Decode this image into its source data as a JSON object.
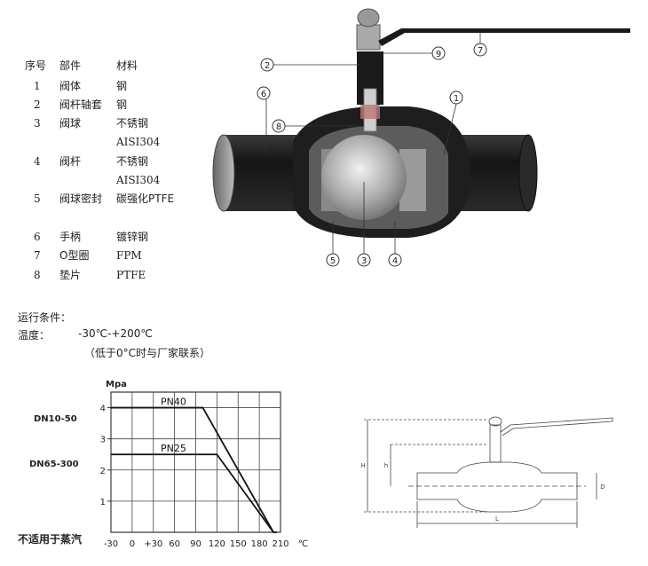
{
  "parts_table": {
    "headers": {
      "no": "序号",
      "name": "部件",
      "material": "材料"
    },
    "rows": [
      {
        "no": "1",
        "name": "阀体",
        "material": "钢"
      },
      {
        "no": "2",
        "name": "阀杆轴套",
        "material": "钢"
      },
      {
        "no": "3",
        "name": "阀球",
        "material": "不锈钢",
        "material2": "AISI304"
      },
      {
        "no": "4",
        "name": "阀杆",
        "material": "不锈钢",
        "material2": "AISI304"
      },
      {
        "no": "5",
        "name": "阀球密封",
        "material": "碳强化PTFE"
      },
      {
        "no": "6",
        "name": "手柄",
        "material": "镀锌钢"
      },
      {
        "no": "7",
        "name": "O型圈",
        "material": "FPM"
      },
      {
        "no": "8",
        "name": "垫片",
        "material": "PTFE"
      }
    ]
  },
  "callouts": [
    "①",
    "②",
    "③",
    "④",
    "⑤",
    "⑥",
    "⑦",
    "⑧",
    "⑨"
  ],
  "conditions": {
    "title": "运行条件：",
    "temp_label": "温度：",
    "temp_range": "-30℃-+200℃",
    "note": "（低于0°C时与厂家联系）"
  },
  "chart_data": {
    "type": "line",
    "ylabel": "Mpa",
    "xlabel": "℃",
    "x_ticks": [
      "-30",
      "0",
      "+30",
      "60",
      "90",
      "120",
      "150",
      "180",
      "210"
    ],
    "y_ticks": [
      "1",
      "2",
      "3",
      "4"
    ],
    "xlim": [
      -30,
      210
    ],
    "ylim": [
      0,
      4.5
    ],
    "grid": true,
    "series": [
      {
        "name": "PN40",
        "category": "DN10-50",
        "x": [
          -30,
          100,
          200,
          205
        ],
        "y": [
          4.0,
          4.0,
          0.0,
          0.0
        ]
      },
      {
        "name": "PN25",
        "category": "DN65-300",
        "x": [
          -30,
          120,
          200
        ],
        "y": [
          2.5,
          2.5,
          0.0
        ]
      }
    ],
    "left_labels": [
      "DN10-50",
      "DN65-300"
    ],
    "footnote": "不适用于蒸汽"
  },
  "dimensions": {
    "labels": [
      "H",
      "h",
      "D",
      "L"
    ]
  },
  "colors": {
    "body": "#1c1c1c",
    "ball": "#b9b9b9",
    "seal": "#8a8a8a",
    "line": "#222222"
  }
}
